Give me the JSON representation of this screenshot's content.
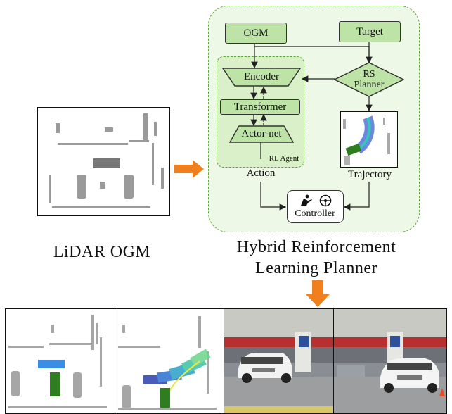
{
  "left": {
    "caption": "LiDAR OGM"
  },
  "planner": {
    "title_line1": "Hybrid  Reinforcement",
    "title_line2": "Learning Planner",
    "nodes": {
      "ogm": "OGM",
      "target": "Target",
      "encoder": "Encoder",
      "transformer": "Transformer",
      "actor_net": "Actor-net",
      "rs_planner_line1": "RS",
      "rs_planner_line2": "Planner",
      "controller": "Controller"
    },
    "labels": {
      "rl_agent": "RL Agent",
      "action": "Action",
      "trajectory": "Trajectory"
    }
  },
  "colors": {
    "outer_region_fill": "#eef8e6",
    "outer_region_border": "#5aa832",
    "block_fill": "#bde3a6",
    "arrow_orange": "#f0801e",
    "target_car": "#2e7d1e",
    "parking_slot": "#3a8ee6"
  },
  "bottom_panels": [
    "ogm-scene",
    "planned-path",
    "parking-photo-1",
    "parking-photo-2"
  ]
}
